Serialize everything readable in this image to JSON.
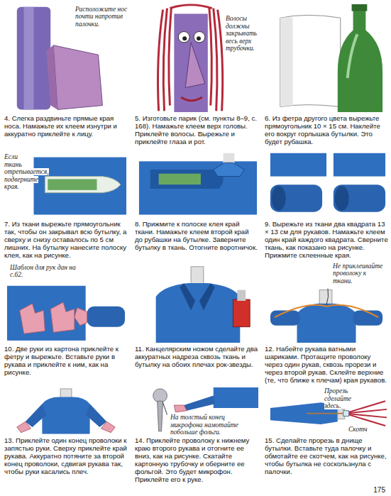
{
  "diagram": {
    "labels": [
      "Расположите нос почти напротив палочки.",
      "Волосы должны закрывать весь верх трубочки.",
      "4. Слегка раздвиньте прямые края носа. Намажьте их клеем изнутри и аккуратно приклейте к лицу.",
      "5. Изготовьте парик (см. пункты 8–9, с. 168). Намажьте клеем верх головы. Приклейте волосы. Вырежьте и приклейте глаза и рот.",
      "6. Из фетра другого цвета вырежьте прямоугольник 10 × 15 см. Наклейте его вокруг горлышка бутылки. Это будет рубашка.",
      "Если ткань отрепывается, подверните края.",
      "7. Из ткани вырежьте прямоугольник так, чтобы он закрывал всю бутылку, а сверху и снизу оставалось по 5 см лишних. На бутылку нанесите полоску клея, как на рисунке.",
      "8. Прижмите к полоске клея край ткани. Намажьте клеем второй край до рубашки на бутылке. Заверните бутылку в ткань. Отогните воротничок.",
      "9. Вырежьте из ткани два квадрата 13 × 13 см для рукавов. Намажьте клеем один край каждого квадрата. Сверните ткань, как показано на рисунке. Прижмите склеенные края.",
      "Шаблон для рук дан на с.62.",
      "Не приклеивайте проволоку к ткани.",
      "10. Две руки из картона приклейте к фетру и вырежьте. Вставьте руки в рукава и приклейте к ним, как на рисунке.",
      "11. Канцелярским ножом сделайте два аккуратных надреза сквозь ткань и бутылку на обоих плечах рок-звезды.",
      "12. Набейте рукава ватными шариками. Протащите проволоку через один рукав, сквозь прорези и через второй рукав. Склейте верхние (те, что ближе к плечам) края рукавов.",
      "На толстый конец микрофона намотайте побольше фольги.",
      "Прорезь сделайте здесь.",
      "Скотч",
      "13. Приклейте один конец проволоки к запястью руки. Сверху приклейте край рукава. Аккуратно потяните за второй конец проволоки, сдвигая рукава так, чтобы руки касались плеч.",
      "14. Приклейте проволоку к нижнему краю второго рукава и отогните ее вниз, как на рисунке. Скатайте картонную трубочку и оберните ее фольгой. Это будет микрофон. Приклейте его к руке.",
      "15. Сделайте прорезь в днище бутылки. Вставьте туда палочку и обмотайте ее скотчем, как на рисунке, чтобы бутылка не соскользнула с палочки.",
      "175"
    ]
  }
}
